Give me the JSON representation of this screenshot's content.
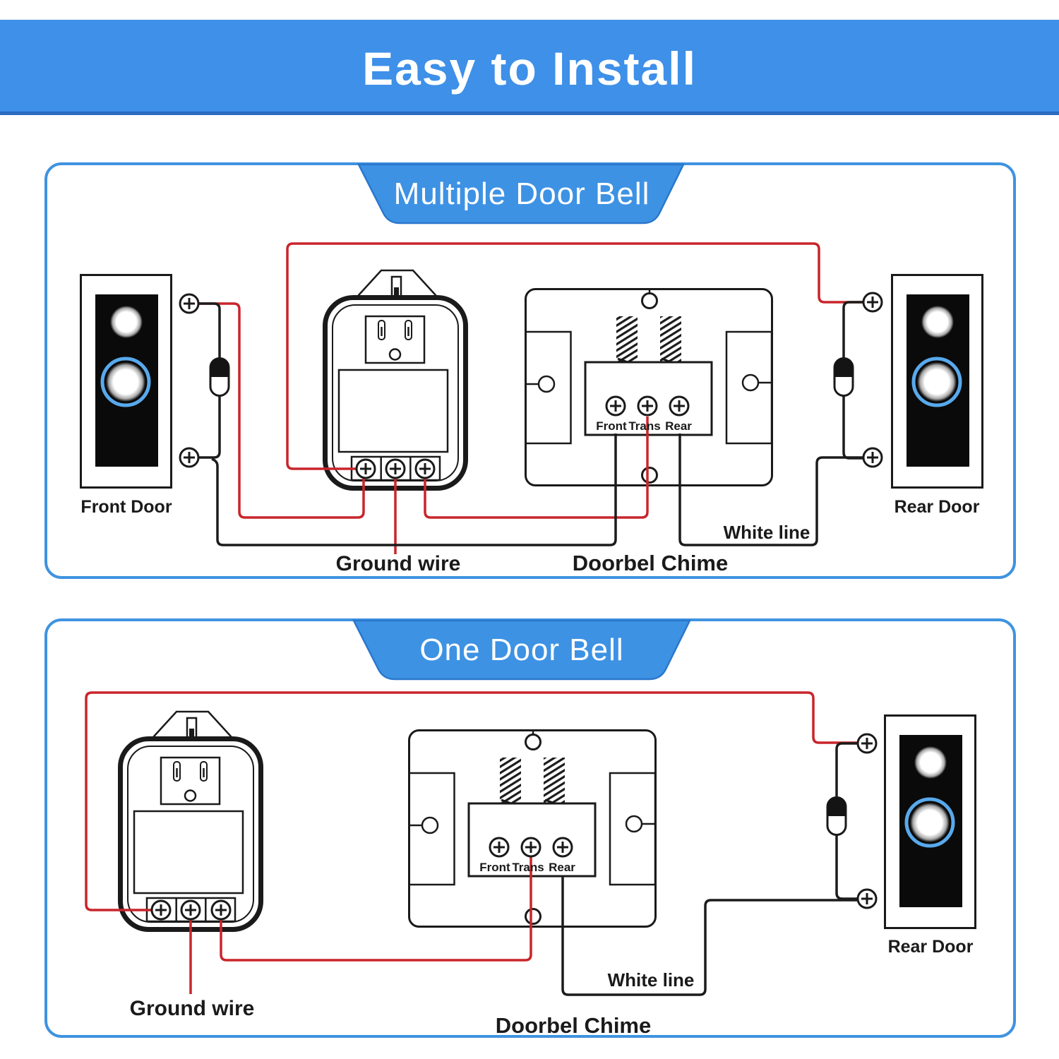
{
  "header": {
    "title": "Easy to Install"
  },
  "panels": [
    {
      "badge": "Multiple Door Bell",
      "front_door": "Front Door",
      "rear_door": "Rear Door",
      "ground_wire": "Ground wire",
      "chime": "Doorbel Chime",
      "white_line": "White line"
    },
    {
      "badge": "One Door Bell",
      "rear_door": "Rear Door",
      "ground_wire": "Ground wire",
      "chime": "Doorbel Chime",
      "white_line": "White line"
    }
  ],
  "chime_terminals": {
    "front": "Front",
    "trans": "Trans",
    "rear": "Rear"
  },
  "colors": {
    "header_bg": "#3e90e8",
    "header_edge": "#2a6cc0",
    "badge_bg": "#3d92e4",
    "badge_edge": "#2b77cc",
    "panel_border": "#3f93e0",
    "wire_red": "#c9252b",
    "wire_black": "#1c1c1c",
    "ink": "#1a1a1a",
    "button_ring": "#58a9ec"
  }
}
